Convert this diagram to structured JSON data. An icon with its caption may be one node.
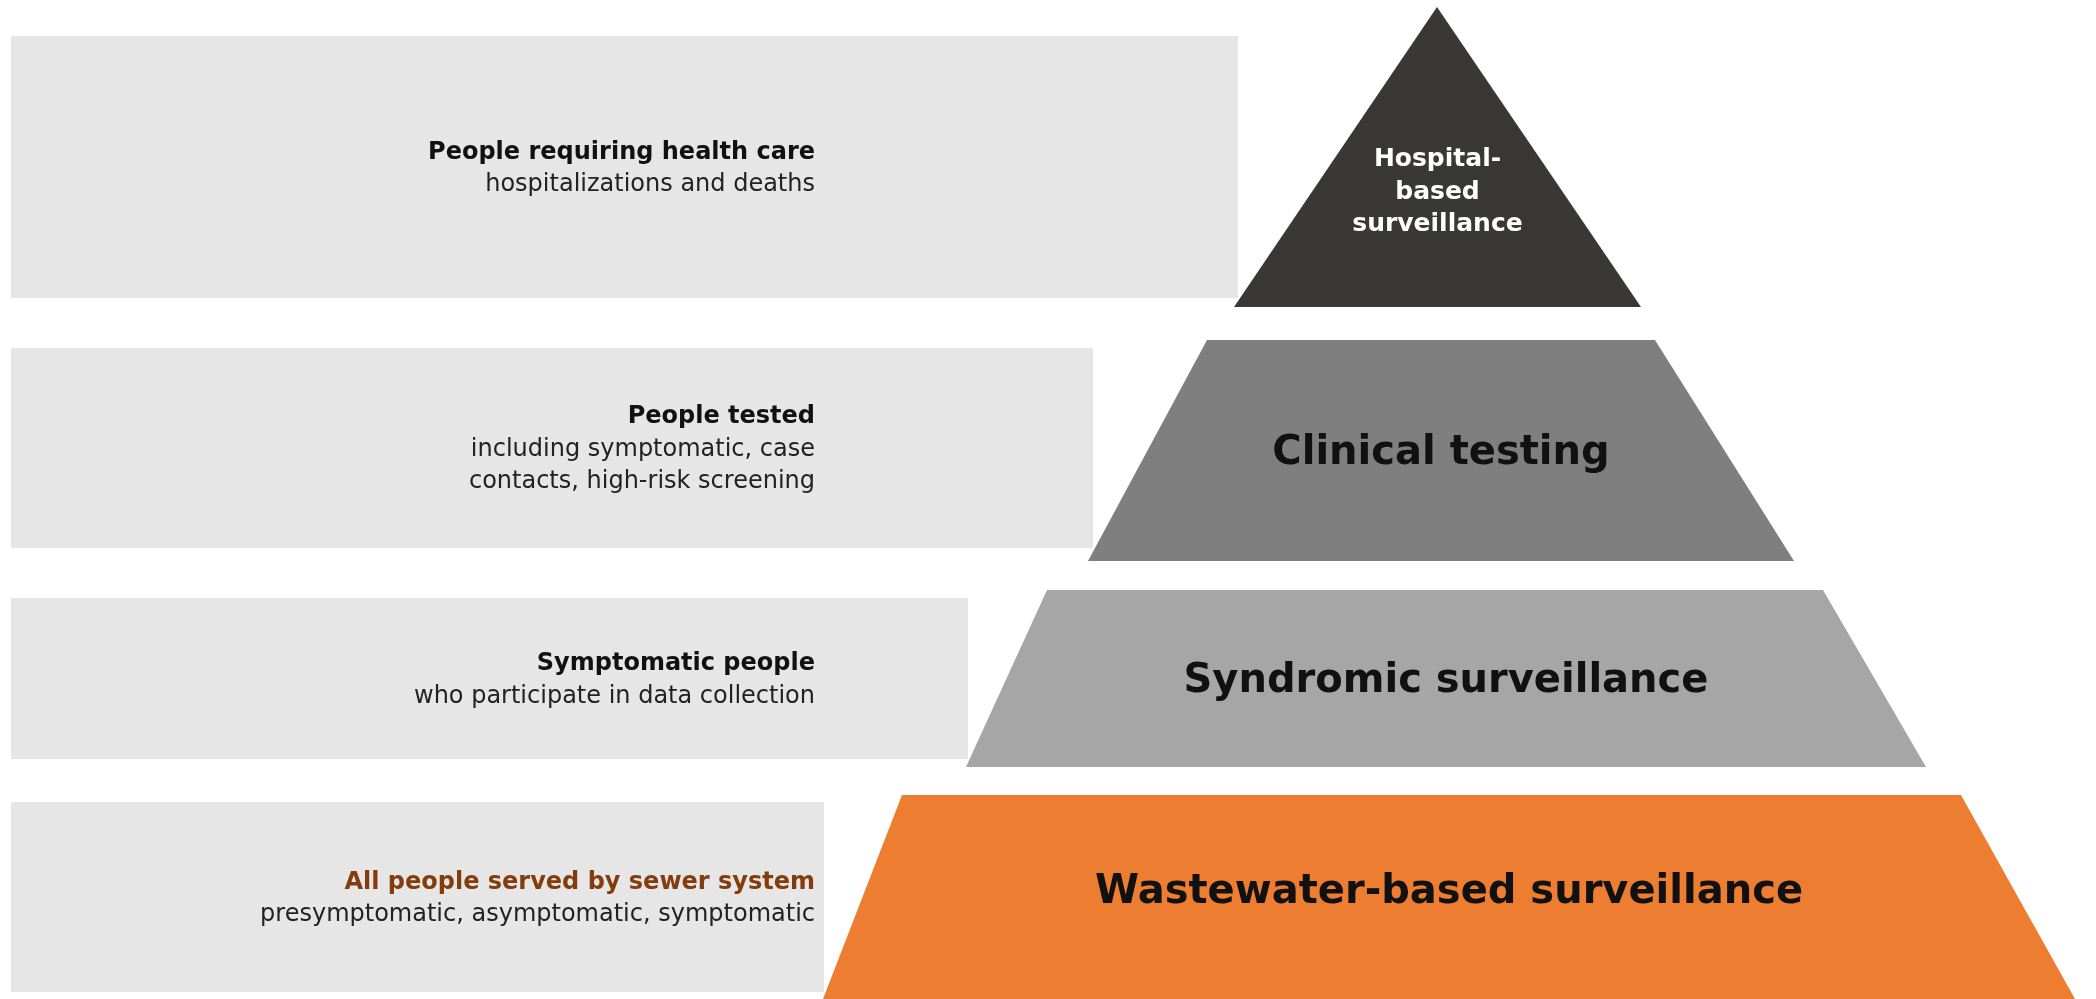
{
  "diagram": {
    "nodes": [
      {
        "text": [
          "People requiring health care",
          "hospitalizations and deaths"
        ]
      },
      {
        "text": [
          "Hospital-based surveillance"
        ]
      },
      {
        "text": [
          "People tested",
          "including symptomatic, case contacts, high-risk screening"
        ]
      },
      {
        "text": [
          "Clinical testing"
        ]
      },
      {
        "text": [
          "Symptomatic people",
          "who participate in data collection"
        ]
      },
      {
        "text": [
          "Syndromic surveillance"
        ]
      },
      {
        "text": [
          "All people served by sewer system",
          "presymptomatic, asymptomatic, symptomatic"
        ]
      },
      {
        "text": [
          "Wastewater-based surveillance"
        ]
      }
    ]
  }
}
